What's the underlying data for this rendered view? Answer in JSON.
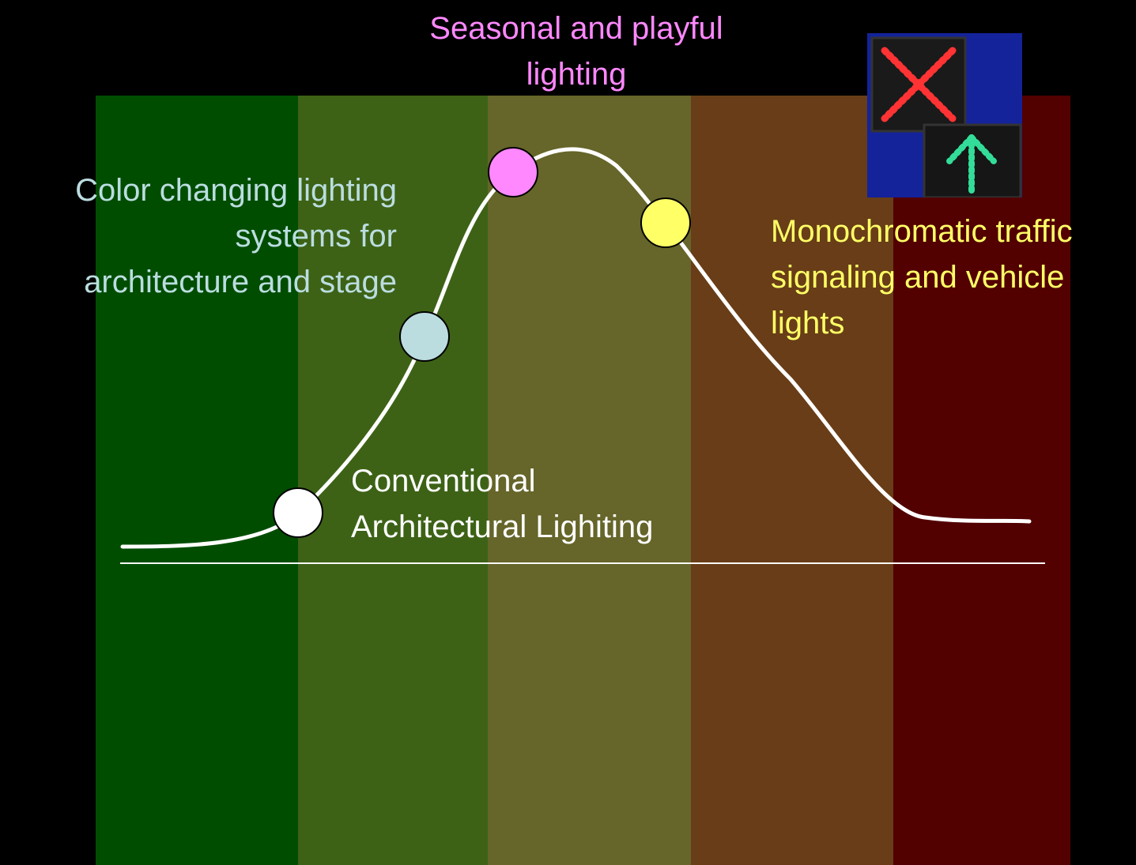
{
  "bands": [
    {
      "name": "band-dark-green",
      "color": "#004D00"
    },
    {
      "name": "band-olive-green",
      "color": "#3D6216"
    },
    {
      "name": "band-olive",
      "color": "#66652A"
    },
    {
      "name": "band-brown",
      "color": "#683D17"
    },
    {
      "name": "band-dark-red",
      "color": "#520000"
    }
  ],
  "labels": {
    "seasonal": {
      "lines": [
        "Seasonal and playful",
        "lighting"
      ],
      "color": "#FF88FF"
    },
    "color_changing": {
      "lines": [
        "Color changing lighting",
        "systems for",
        "architecture and stage"
      ],
      "color": "#BBDDE0"
    },
    "monochromatic": {
      "lines": [
        "Monochromatic traffic",
        "signaling and vehicle",
        "lights"
      ],
      "color": "#FFFF66"
    },
    "conventional": {
      "lines": [
        "Conventional",
        "Architectural Lighiting"
      ],
      "color": "#FFFFFF"
    }
  },
  "markers": [
    {
      "name": "conventional-marker",
      "color": "#FFFFFF"
    },
    {
      "name": "color-changing-marker",
      "color": "#BBDDE0"
    },
    {
      "name": "seasonal-marker",
      "color": "#FF88FF"
    },
    {
      "name": "monochromatic-marker",
      "color": "#FFFF66"
    }
  ],
  "curve_color": "#FFFFFF",
  "photo": {
    "background": "#14239A",
    "stop_color": "#FF3333",
    "go_color": "#33DD99"
  }
}
